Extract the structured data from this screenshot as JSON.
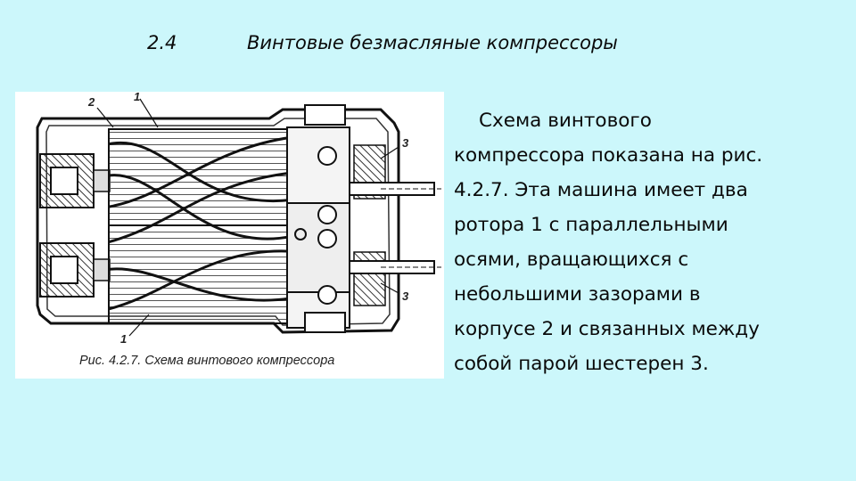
{
  "header": {
    "section_number": "2.4",
    "title": "Винтовые безмасляные компрессоры"
  },
  "figure": {
    "caption": "Рис. 4.2.7. Схема винтового компрессора",
    "callouts": [
      "2",
      "1",
      "3",
      "3",
      "1"
    ]
  },
  "body": {
    "lines": [
      "Схема винтового",
      "компрессора показана на рис.",
      "4.2.7. Эта машина имеет два",
      "ротора 1 с параллельными",
      "осями, вращающихся с",
      "небольшими зазорами в",
      "корпусе 2 и связанных между",
      "собой парой шестерен 3."
    ]
  }
}
